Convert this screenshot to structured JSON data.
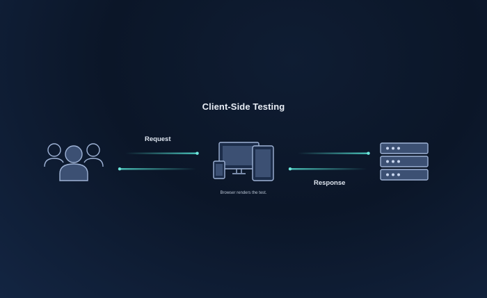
{
  "diagram": {
    "title": "Client-Side Testing",
    "request_label": "Request",
    "response_label": "Response",
    "browser_caption": "Browser renders the test.",
    "nodes": [
      {
        "id": "users",
        "icon": "users-icon"
      },
      {
        "id": "devices",
        "icon": "devices-icon"
      },
      {
        "id": "server",
        "icon": "server-icon"
      }
    ]
  },
  "colors": {
    "background": "#0b1628",
    "icon_stroke": "#9fb3d6",
    "icon_fill": "#3c5073",
    "accent": "#4fd1c5"
  }
}
